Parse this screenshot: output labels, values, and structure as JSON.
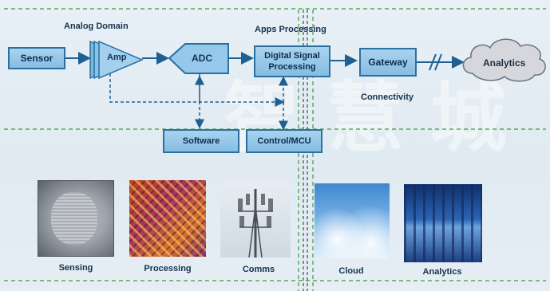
{
  "labels": {
    "analog_domain": "Analog Domain",
    "apps_processing": "Apps Processing",
    "connectivity": "Connectivity"
  },
  "blocks": {
    "sensor": "Sensor",
    "amp": "Amp",
    "adc": "ADC",
    "dsp": "Digital Signal Processing",
    "gateway": "Gateway",
    "analytics": "Analytics",
    "software": "Software",
    "control_mcu": "Control/MCU"
  },
  "captions": [
    "Sensing",
    "Processing",
    "Comms",
    "Cloud",
    "Analytics"
  ],
  "images": [
    "sensing-chip",
    "processing-wafer",
    "comms-tower",
    "cloud-sky",
    "analytics-datacenter"
  ],
  "colors": {
    "block_fill": "#95c8ea",
    "block_border": "#2c6fa1",
    "divider_green": "#3a9a3a",
    "arrow": "#1f5f91",
    "background": "#e2ecf3"
  }
}
